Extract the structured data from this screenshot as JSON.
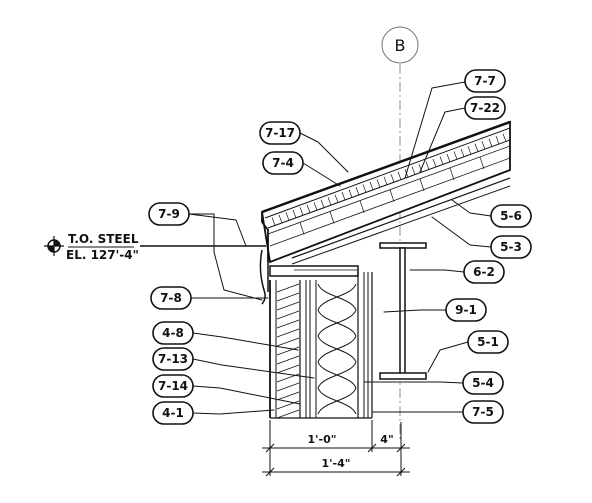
{
  "grid_label": "B",
  "elevation": {
    "line1": "T.O. STEEL",
    "line2": "EL. 127'-4\""
  },
  "tags": [
    {
      "id": "t7-7",
      "text": "7-7"
    },
    {
      "id": "t7-22",
      "text": "7-22"
    },
    {
      "id": "t7-17",
      "text": "7-17"
    },
    {
      "id": "t7-4",
      "text": "7-4"
    },
    {
      "id": "t7-9",
      "text": "7-9"
    },
    {
      "id": "t5-6",
      "text": "5-6"
    },
    {
      "id": "t5-3",
      "text": "5-3"
    },
    {
      "id": "t6-2",
      "text": "6-2"
    },
    {
      "id": "t7-8",
      "text": "7-8"
    },
    {
      "id": "t9-1",
      "text": "9-1"
    },
    {
      "id": "t4-8",
      "text": "4-8"
    },
    {
      "id": "t5-1",
      "text": "5-1"
    },
    {
      "id": "t7-13",
      "text": "7-13"
    },
    {
      "id": "t5-4",
      "text": "5-4"
    },
    {
      "id": "t7-14",
      "text": "7-14"
    },
    {
      "id": "t7-5",
      "text": "7-5"
    },
    {
      "id": "t4-1",
      "text": "4-1"
    }
  ],
  "dimensions": {
    "wall": "1'-0\"",
    "flange": "4\"",
    "overall": "1'-4\""
  }
}
